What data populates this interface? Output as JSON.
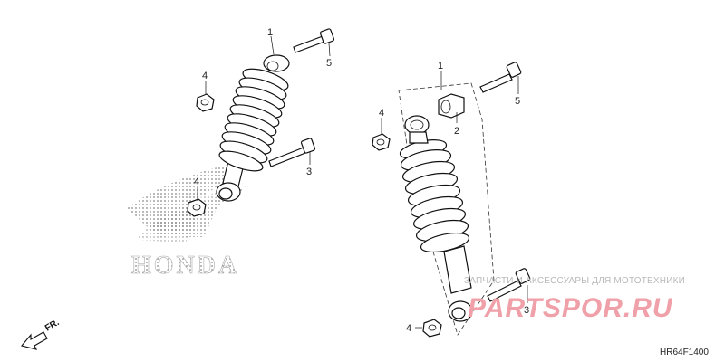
{
  "brand_text": "HONDA",
  "diagram_code": "HR64F1400",
  "direction_label": "FR.",
  "watermark": {
    "tagline": "ЗАПЧАСТИ И АКСЕССУАРЫ ДЛЯ МОТОТЕХНИКИ",
    "logo": "PARTSPOR.RU"
  },
  "callouts": {
    "left_shock": "1",
    "left_bolt_top": "5",
    "left_nut_top": "4",
    "left_bolt_mid": "3",
    "left_nut_bottom": "4",
    "right_assembly": "1",
    "right_bushing": "2",
    "right_bolt_top": "5",
    "right_nut_top": "4",
    "right_bolt_bottom": "3",
    "right_nut_bottom": "4"
  },
  "colors": {
    "ink": "#111111",
    "watermark_red": "#e23a4a",
    "honda_dots": "#999999"
  }
}
